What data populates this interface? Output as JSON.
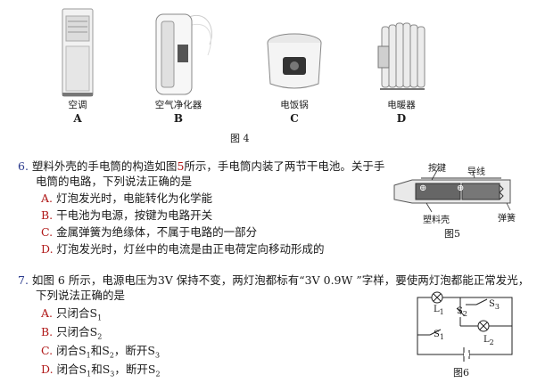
{
  "fig4": {
    "caption": "图 4",
    "items": [
      {
        "name": "空调",
        "letter": "A"
      },
      {
        "name": "空气净化器",
        "letter": "B"
      },
      {
        "name": "电饭锅",
        "letter": "C"
      },
      {
        "name": "电暖器",
        "letter": "D"
      }
    ]
  },
  "q6": {
    "number": "6.",
    "line1_pre": "塑料外壳的手电筒的构造如图",
    "ref": "5",
    "line1_post": "所示，手电筒内装了两节干电池。关于手",
    "line2": "电筒的电路，下列说法正确的是",
    "options": [
      {
        "key": "A.",
        "text": "灯泡发光时，电能转化为化学能"
      },
      {
        "key": "B.",
        "text": "干电池为电源，按键为电路开关"
      },
      {
        "key": "C.",
        "text": "金属弹簧为绝缘体，不属于电路的一部分"
      },
      {
        "key": "D.",
        "text": "灯泡发光时，灯丝中的电流是由正电荷定向移动形成的"
      }
    ],
    "figure": {
      "caption": "图5",
      "label_key": "按键",
      "label_wire": "导线",
      "label_shell": "塑料壳",
      "label_spring": "弹簧",
      "plus": "⊕"
    }
  },
  "q7": {
    "number": "7.",
    "line1": "如图 6 所示，电源电压为3V 保持不变，两灯泡都标有“3V 0.9W ”字样，要使两灯泡都能正常发光，",
    "line2": "下列说法正确的是",
    "options": [
      {
        "key": "A.",
        "text": "只闭合S",
        "s1": "1"
      },
      {
        "key": "B.",
        "text": "只闭合S",
        "s1": "2"
      },
      {
        "key": "C.",
        "text_a": "闭合S",
        "s1": "1",
        "text_b": "和S",
        "s2": "2",
        "text_c": "，断开S",
        "s3": "3"
      },
      {
        "key": "D.",
        "text_a": "闭合S",
        "s1": "1",
        "text_b": "和S",
        "s2": "3",
        "text_c": "，断开S",
        "s3": "2"
      }
    ],
    "figure": {
      "caption": "图6",
      "L1": "L",
      "L1s": "1",
      "L2": "L",
      "L2s": "2",
      "S1": "S",
      "S1s": "1",
      "S2": "S",
      "S2s": "2",
      "S3": "S",
      "S3s": "3"
    }
  }
}
